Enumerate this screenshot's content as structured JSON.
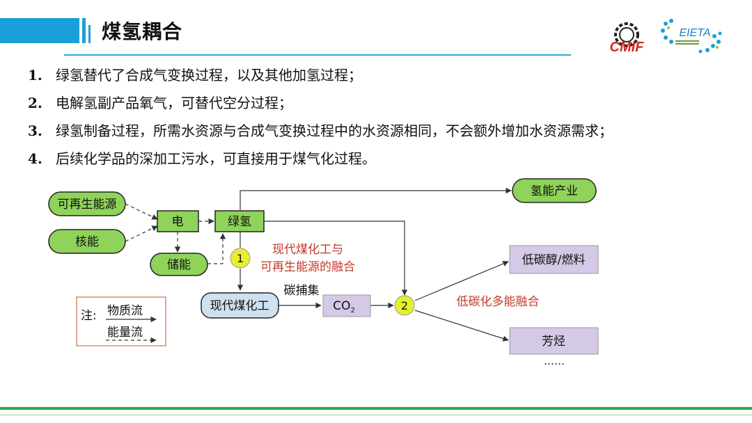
{
  "header": {
    "title": "煤氢耦合",
    "logo1_text": "CMIF",
    "logo2_text": "EIETA"
  },
  "points": [
    {
      "num": "1.",
      "text": "绿氢替代了合成气变换过程，以及其他加氢过程；"
    },
    {
      "num": "2.",
      "text": "电解氢副产品氧气，可替代空分过程；"
    },
    {
      "num": "3.",
      "text": "绿氢制备过程，所需水资源与合成气变换过程中的水资源相同，不会额外增加水资源需求；"
    },
    {
      "num": "4.",
      "text": "后续化学品的深加工污水，可直接用于煤气化过程。"
    }
  ],
  "diagram": {
    "renewable": "可再生能源",
    "nuclear": "核能",
    "electricity": "电",
    "green_h2": "绿氢",
    "storage": "储能",
    "h2_industry": "氢能产业",
    "node1": "1",
    "node2": "2",
    "fusion1_line1": "现代煤化工与",
    "fusion1_line2": "可再生能源的融合",
    "modern_coal": "现代煤化工",
    "carbon_capture": "碳捕集",
    "co2": "CO",
    "co2_sub": "2",
    "low_carbon_fusion": "低碳化多能融合",
    "low_carbon_fuel": "低碳醇/燃料",
    "aromatics": "芳烃",
    "ellipsis": "……",
    "legend_note": "注:",
    "legend_material": "物质流",
    "legend_energy": "能量流"
  },
  "colors": {
    "accent_blue": "#1aa0d8",
    "green_fill": "#8fd35a",
    "purple_fill": "#d4c9e6",
    "blue_fill": "#cfe0ef",
    "node_yellow": "#e6ef2d",
    "label_red": "#c0392b",
    "footer_green": "#2ea84a"
  }
}
